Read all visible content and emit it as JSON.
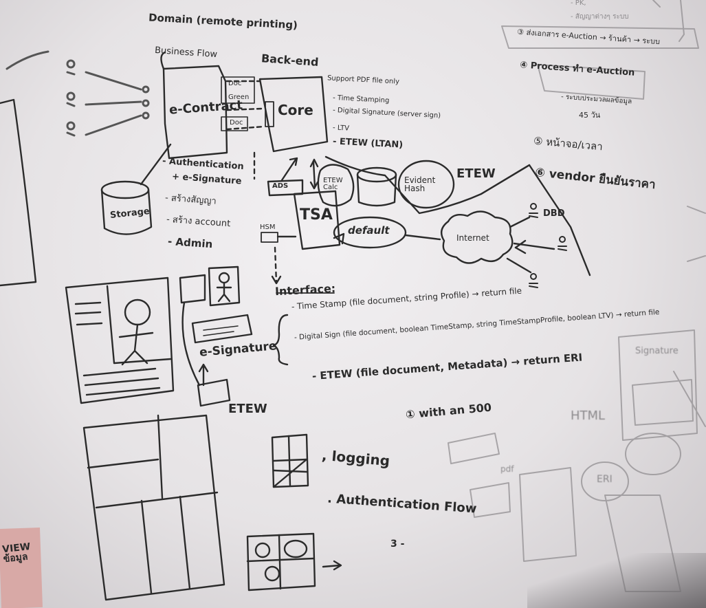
{
  "whiteboard": {
    "top_notes": {
      "domain": "Domain (remote printing)",
      "business_flow": "Business Flow",
      "back_end": "Back-end"
    },
    "left_flow": {
      "e_contract": "e-Contract",
      "doc_label_1": "Doc",
      "green_label": "Green",
      "doc_label_2": "Doc",
      "storage": "Storage",
      "list": [
        "- Authentication",
        "+ e-Signature",
        "- สร้างสัญญา",
        "- สร้าง account",
        "- Admin"
      ]
    },
    "core": {
      "title": "Core",
      "support": "Support PDF file only",
      "features": [
        "- Time Stamping",
        "- Digital Signature (server sign)",
        "- LTV",
        "- ETEW (LTAN)"
      ]
    },
    "center": {
      "ads": "ADS",
      "tsa": "TSA",
      "hsm": "HSM",
      "etew_calc": "ETEW Calc",
      "evident_hash": "Evident Hash",
      "etew": "ETEW",
      "default": "default",
      "internet": "Internet",
      "dbd": "DBD"
    },
    "interface": {
      "title": "Interface:",
      "time_stamp": "- Time Stamp (file document, string Profile) → return file",
      "digital_sign": "- Digital Sign (file document, boolean TimeStamp, string TimeStampProfile, boolean LTV) → return file",
      "e_signature": "e-Signature",
      "etew_left": "ETEW",
      "etew_line": "- ETEW (file document, Metadata) → return ERI",
      "item_1": "① with an 500",
      "logging": ", logging",
      "auth_flow": ". Authentication Flow",
      "three": "3 -"
    },
    "right_notes": {
      "step3": "③ ส่งเอกสาร e-Auction → ร้านค้า → ระบบ",
      "step4": "④ Process ทำ e-Auction",
      "step4_sub": "- ระบบประมวลผลข้อมูล",
      "step4_sub2": "45 วัน",
      "step5": "⑤ หน้าจอ/เวลา",
      "step6": "⑥ vendor ยืนยันราคา",
      "signature_faint": "Signature",
      "html_faint": "HTML",
      "eri_faint": "ERI",
      "pdf_faint": "pdf",
      "top_faint": [
        "- PK,",
        "- สัญญาต่างๆ ระบบ"
      ]
    },
    "sticky_note": "VIEW ข้อมูล"
  }
}
